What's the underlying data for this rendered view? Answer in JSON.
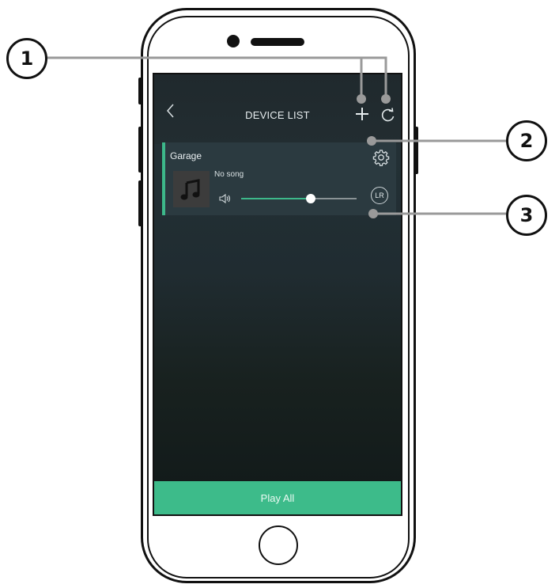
{
  "header": {
    "title": "DEVICE LIST"
  },
  "device": {
    "name": "Garage",
    "song": "No song",
    "volume_fraction": 0.6,
    "lr_label": "LR"
  },
  "footer": {
    "play_all_label": "Play All"
  },
  "callouts": {
    "c1": "1",
    "c2": "2",
    "c3": "3"
  },
  "colors": {
    "accent": "#3dbb8a",
    "card": "#2b3a40",
    "screen_bg": "#202c31"
  },
  "icons": [
    "back-icon",
    "add-icon",
    "refresh-icon",
    "settings-icon",
    "volume-icon",
    "music-note-icon"
  ]
}
